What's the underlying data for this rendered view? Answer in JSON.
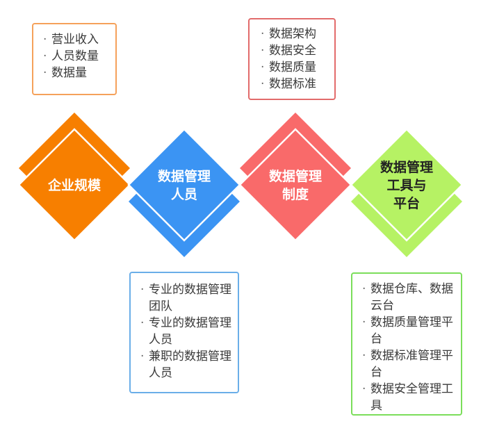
{
  "colors": {
    "orange": "#f77f00",
    "orange_box": "#f5a15a",
    "blue": "#3b94f3",
    "blue_box": "#6aaee8",
    "red": "#f96a6a",
    "red_box": "#e26b6b",
    "green": "#b6f264",
    "green_box": "#7bde5a"
  },
  "stages": [
    {
      "name": "企业规模",
      "lines": [
        "企业规模"
      ],
      "items": [
        "营业收入",
        "人员数量",
        "数据量"
      ]
    },
    {
      "name": "数据管理人员",
      "lines": [
        "数据管理",
        "人员"
      ],
      "items": [
        "专业的数据管理团队",
        "专业的数据管理人员",
        "兼职的数据管理人员"
      ]
    },
    {
      "name": "数据管理制度",
      "lines": [
        "数据管理",
        "制度"
      ],
      "items": [
        "数据架构",
        "数据安全",
        "数据质量",
        "数据标准"
      ]
    },
    {
      "name": "数据管理工具与平台",
      "lines": [
        "数据管理",
        "工具与",
        "平台"
      ],
      "items": [
        "数据仓库、数据云台",
        "数据质量管理平台",
        "数据标准管理平台",
        "数据安全管理工具"
      ]
    }
  ]
}
